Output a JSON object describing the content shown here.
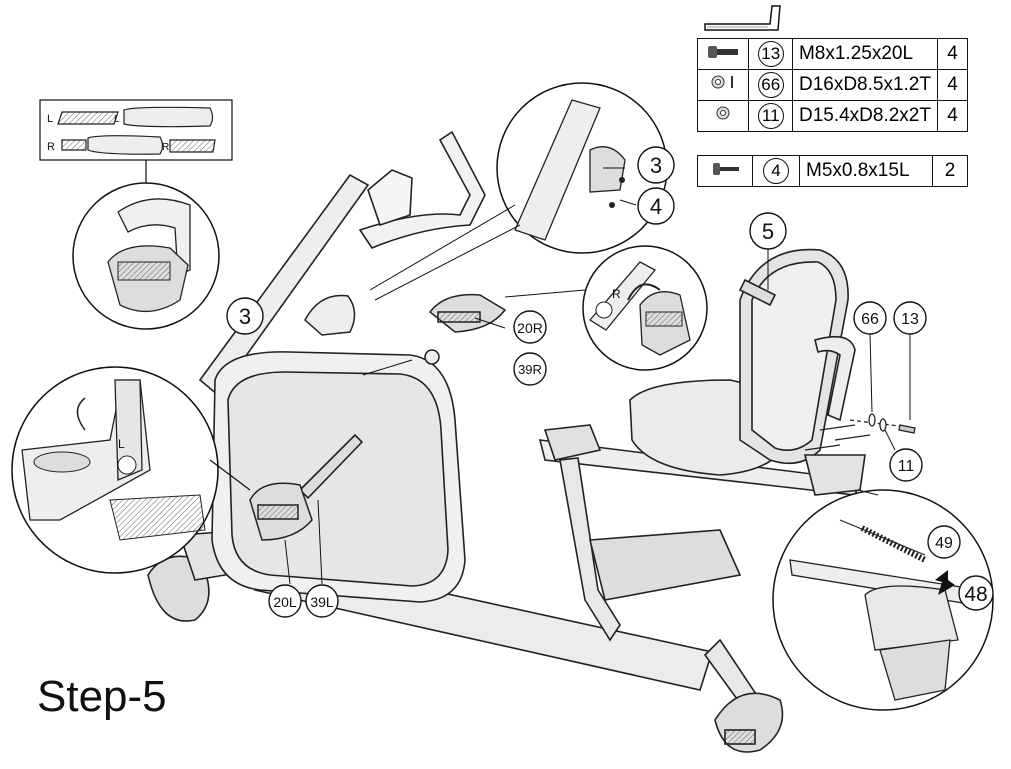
{
  "hardware_table": {
    "rows": [
      {
        "icon": "bolt-icon",
        "part_no": "13",
        "spec": "M8x1.25x20L",
        "qty": "4"
      },
      {
        "icon": "washer-icon",
        "part_no": "66",
        "spec": "D16xD8.5x1.2T",
        "qty": "4"
      },
      {
        "icon": "flat-washer-icon",
        "part_no": "11",
        "spec": "D15.4xD8.2x2T",
        "qty": "4"
      }
    ],
    "extra_row": {
      "icon": "screw-icon",
      "part_no": "4",
      "spec": "M5x0.8x15L",
      "qty": "2"
    }
  },
  "strap_inset": {
    "left_label": "L",
    "right_label": "R"
  },
  "callouts": {
    "c3_detail": "3",
    "c4_detail": "4",
    "c3_main": "3",
    "c5": "5",
    "c20r": "20R",
    "c39r": "39R",
    "c66": "66",
    "c13": "13",
    "c11": "11",
    "c49": "49",
    "c48": "48",
    "c20l": "20L",
    "c39l": "39L",
    "crank_l": "L",
    "crank_r": "R"
  },
  "step_title": "Step-5"
}
